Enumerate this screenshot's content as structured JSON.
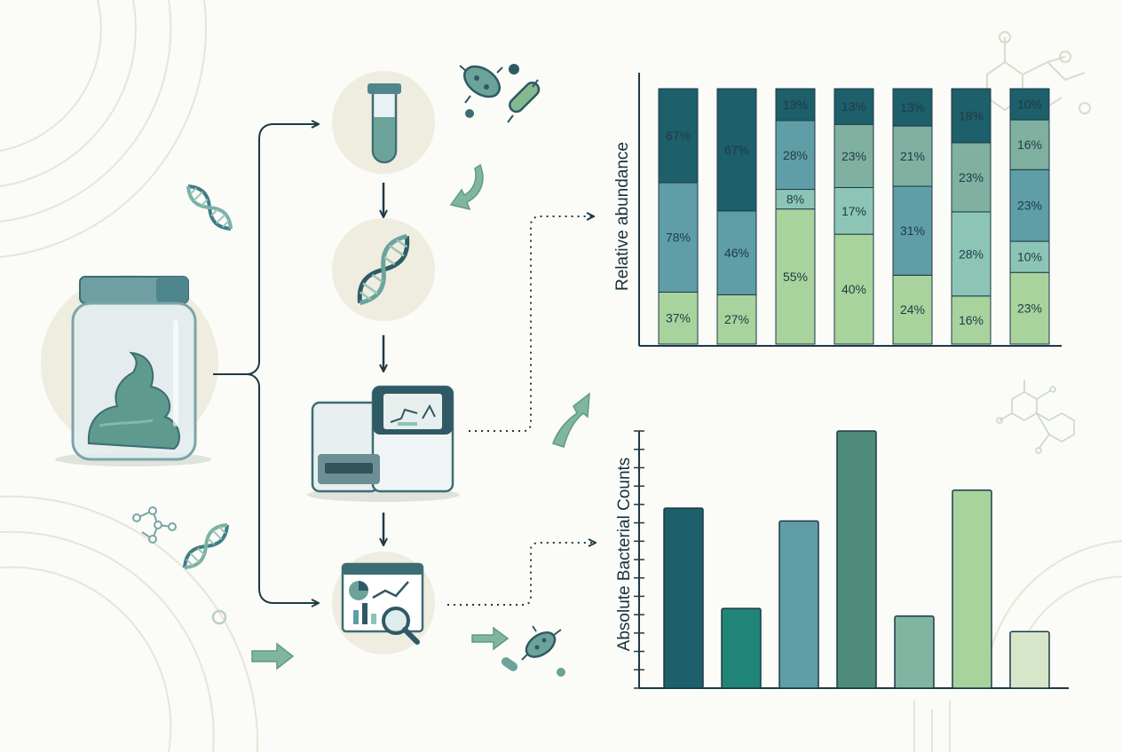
{
  "palette": {
    "navy": "#1d3a46",
    "teal_dark": "#1d5f6a",
    "teal": "#5f9ea6",
    "sage": "#7fb0a0",
    "mint": "#8cc5b5",
    "green_light": "#a9d39d",
    "cream": "#efece0",
    "accent_green": "#80b5a1"
  },
  "icons": [
    "sample-jar-icon",
    "test-tube-icon",
    "dna-icon",
    "sequencer-icon",
    "analysis-chart-icon",
    "bacteria-icon",
    "molecule-icon"
  ],
  "relative_chart": {
    "ylabel": "Relative abundance",
    "bars": [
      {
        "segments": [
          {
            "label": "37%",
            "value": 37,
            "color": "#a9d39d"
          },
          {
            "label": "78%",
            "value": 78,
            "color": "#5f9ea6"
          },
          {
            "label": "67%",
            "value": 67,
            "color": "#1d5f6a"
          }
        ]
      },
      {
        "segments": [
          {
            "label": "27%",
            "value": 27,
            "color": "#a9d39d"
          },
          {
            "label": "46%",
            "value": 46,
            "color": "#5f9ea6"
          },
          {
            "label": "67%",
            "value": 67,
            "color": "#1d5f6a"
          }
        ]
      },
      {
        "segments": [
          {
            "label": "55%",
            "value": 55,
            "color": "#a9d39d"
          },
          {
            "label": "8%",
            "value": 8,
            "color": "#8cc5b5"
          },
          {
            "label": "28%",
            "value": 28,
            "color": "#5f9ea6"
          },
          {
            "label": "13%",
            "value": 13,
            "color": "#1d5f6a"
          }
        ]
      },
      {
        "segments": [
          {
            "label": "40%",
            "value": 40,
            "color": "#a9d39d"
          },
          {
            "label": "17%",
            "value": 17,
            "color": "#8cc5b5"
          },
          {
            "label": "23%",
            "value": 23,
            "color": "#7fb0a0"
          },
          {
            "label": "13%",
            "value": 13,
            "color": "#1d5f6a"
          }
        ]
      },
      {
        "segments": [
          {
            "label": "24%",
            "value": 24,
            "color": "#a9d39d"
          },
          {
            "label": "31%",
            "value": 31,
            "color": "#5f9ea6"
          },
          {
            "label": "21%",
            "value": 21,
            "color": "#7fb0a0"
          },
          {
            "label": "13%",
            "value": 13,
            "color": "#1d5f6a"
          }
        ]
      },
      {
        "segments": [
          {
            "label": "16%",
            "value": 16,
            "color": "#a9d39d"
          },
          {
            "label": "28%",
            "value": 28,
            "color": "#8cc5b5"
          },
          {
            "label": "23%",
            "value": 23,
            "color": "#7fb0a0"
          },
          {
            "label": "18%",
            "value": 18,
            "color": "#1d5f6a"
          }
        ]
      },
      {
        "segments": [
          {
            "label": "23%",
            "value": 23,
            "color": "#a9d39d"
          },
          {
            "label": "10%",
            "value": 10,
            "color": "#8cc5b5"
          },
          {
            "label": "23%",
            "value": 23,
            "color": "#5f9ea6"
          },
          {
            "label": "16%",
            "value": 16,
            "color": "#7fb0a0"
          },
          {
            "label": "10%",
            "value": 10,
            "color": "#1d5f6a"
          }
        ]
      }
    ]
  },
  "absolute_chart": {
    "ylabel": "Absolute Bacterial Counts",
    "ymax": 100,
    "bars": [
      {
        "value": 70,
        "color": "#1d5f6a"
      },
      {
        "value": 31,
        "color": "#218478"
      },
      {
        "value": 65,
        "color": "#5f9ea6"
      },
      {
        "value": 100,
        "color": "#4e8b78"
      },
      {
        "value": 28,
        "color": "#80b5a1"
      },
      {
        "value": 77,
        "color": "#a9d39d"
      },
      {
        "value": 22,
        "color": "#d7e6c8"
      }
    ]
  }
}
